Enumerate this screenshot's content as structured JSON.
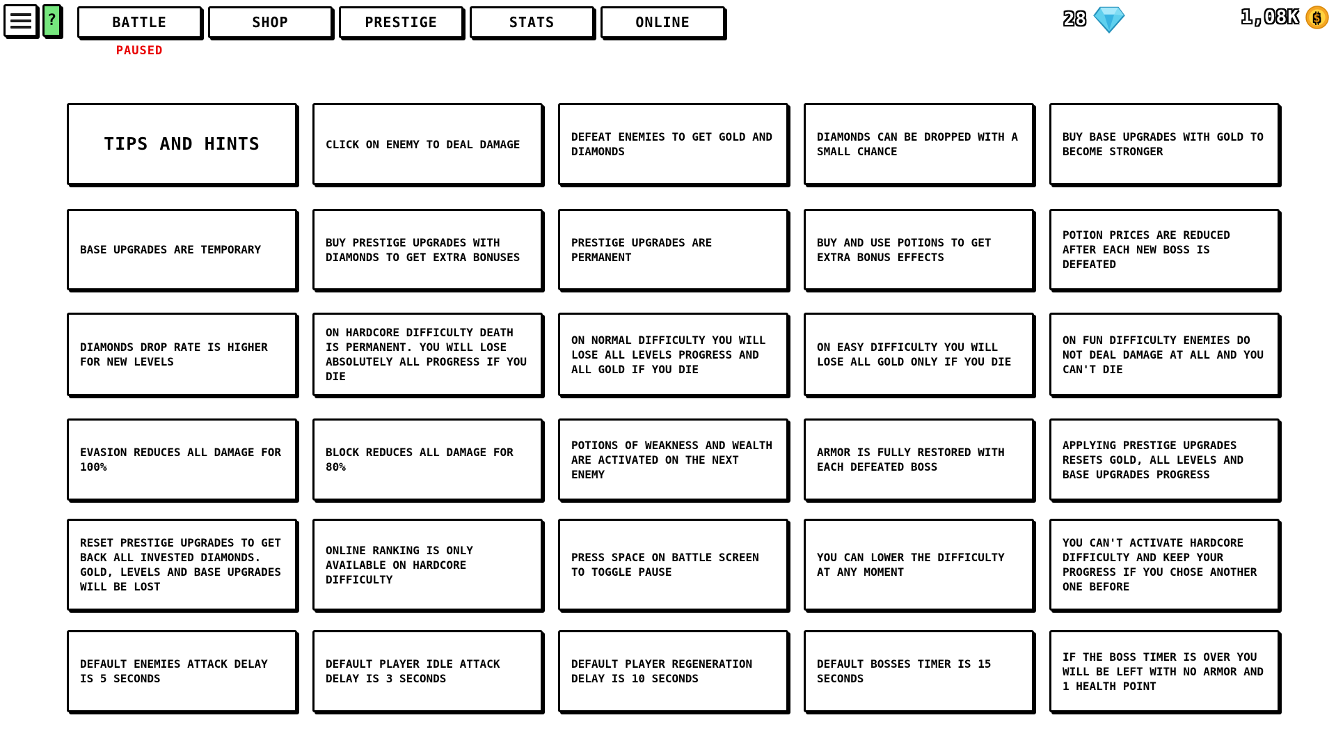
{
  "topbar": {
    "menu_button": {
      "icon": "hamburger-icon"
    },
    "help_button": {
      "label": "?",
      "color": "#76e77e"
    },
    "tabs": [
      {
        "label": "BATTLE"
      },
      {
        "label": "SHOP"
      },
      {
        "label": "PRESTIGE"
      },
      {
        "label": "STATS"
      },
      {
        "label": "ONLINE"
      }
    ],
    "status": {
      "paused": "PAUSED",
      "color": "#e80000"
    },
    "currency": {
      "diamonds": {
        "value": "28",
        "icon": "diamond-icon",
        "color": "#5fd0ee"
      },
      "gold": {
        "value": "1,08K",
        "icon": "gold-coin-icon",
        "color": "#ffc83d"
      }
    }
  },
  "cards": [
    {
      "type": "title",
      "text": "TIPS AND HINTS"
    },
    {
      "type": "tip",
      "text": "CLICK ON ENEMY TO DEAL DAMAGE"
    },
    {
      "type": "tip",
      "text": "DEFEAT ENEMIES TO GET GOLD AND DIAMONDS"
    },
    {
      "type": "tip",
      "text": "DIAMONDS CAN BE DROPPED WITH A SMALL CHANCE"
    },
    {
      "type": "tip",
      "text": "BUY BASE UPGRADES WITH GOLD TO BECOME STRONGER"
    },
    {
      "type": "tip",
      "text": "BASE UPGRADES ARE TEMPORARY"
    },
    {
      "type": "tip",
      "text": "BUY PRESTIGE UPGRADES WITH DIAMONDS TO GET EXTRA BONUSES"
    },
    {
      "type": "tip",
      "text": "PRESTIGE UPGRADES ARE PERMANENT"
    },
    {
      "type": "tip",
      "text": "BUY AND USE POTIONS TO GET EXTRA BONUS EFFECTS"
    },
    {
      "type": "tip",
      "text": "POTION PRICES ARE REDUCED AFTER EACH NEW BOSS IS DEFEATED"
    },
    {
      "type": "tip",
      "text": "DIAMONDS DROP RATE IS HIGHER FOR NEW LEVELS"
    },
    {
      "type": "tip",
      "text": "ON HARDCORE DIFFICULTY DEATH IS PERMANENT. YOU WILL LOSE ABSOLUTELY ALL PROGRESS IF YOU DIE"
    },
    {
      "type": "tip",
      "text": "ON NORMAL DIFFICULTY YOU WILL LOSE ALL LEVELS PROGRESS AND ALL GOLD IF YOU DIE"
    },
    {
      "type": "tip",
      "text": "ON EASY DIFFICULTY YOU WILL LOSE ALL GOLD ONLY IF YOU DIE"
    },
    {
      "type": "tip",
      "text": "ON FUN DIFFICULTY ENEMIES DO NOT DEAL DAMAGE AT ALL AND YOU CAN'T DIE"
    },
    {
      "type": "tip",
      "text": "EVASION REDUCES ALL DAMAGE FOR 100%"
    },
    {
      "type": "tip",
      "text": "BLOCK REDUCES ALL DAMAGE FOR 80%"
    },
    {
      "type": "tip",
      "text": "POTIONS OF WEAKNESS AND WEALTH ARE ACTIVATED ON THE NEXT ENEMY"
    },
    {
      "type": "tip",
      "text": "ARMOR IS FULLY RESTORED WITH EACH DEFEATED BOSS"
    },
    {
      "type": "tip",
      "text": "APPLYING PRESTIGE UPGRADES RESETS GOLD, ALL LEVELS AND BASE UPGRADES PROGRESS"
    },
    {
      "type": "tip",
      "text": "RESET PRESTIGE UPGRADES TO GET BACK ALL INVESTED DIAMONDS. GOLD, LEVELS AND BASE UPGRADES WILL BE LOST"
    },
    {
      "type": "tip",
      "text": "ONLINE RANKING IS ONLY AVAILABLE ON HARDCORE DIFFICULTY"
    },
    {
      "type": "tip",
      "text": "PRESS SPACE ON BATTLE SCREEN TO TOGGLE PAUSE"
    },
    {
      "type": "tip",
      "text": "YOU CAN LOWER THE DIFFICULTY AT ANY MOMENT"
    },
    {
      "type": "tip",
      "text": "YOU CAN'T ACTIVATE HARDCORE DIFFICULTY AND KEEP YOUR PROGRESS IF YOU CHOSE ANOTHER ONE BEFORE"
    },
    {
      "type": "tip",
      "text": "DEFAULT ENEMIES ATTACK DELAY IS 5 SECONDS"
    },
    {
      "type": "tip",
      "text": "DEFAULT PLAYER IDLE ATTACK DELAY IS 3 SECONDS"
    },
    {
      "type": "tip",
      "text": "DEFAULT PLAYER REGENERATION DELAY IS 10 SECONDS"
    },
    {
      "type": "tip",
      "text": "DEFAULT BOSSES TIMER IS 15 SECONDS"
    },
    {
      "type": "tip",
      "text": "IF THE BOSS TIMER IS OVER YOU WILL BE LEFT WITH NO ARMOR AND 1 HEALTH POINT"
    }
  ]
}
